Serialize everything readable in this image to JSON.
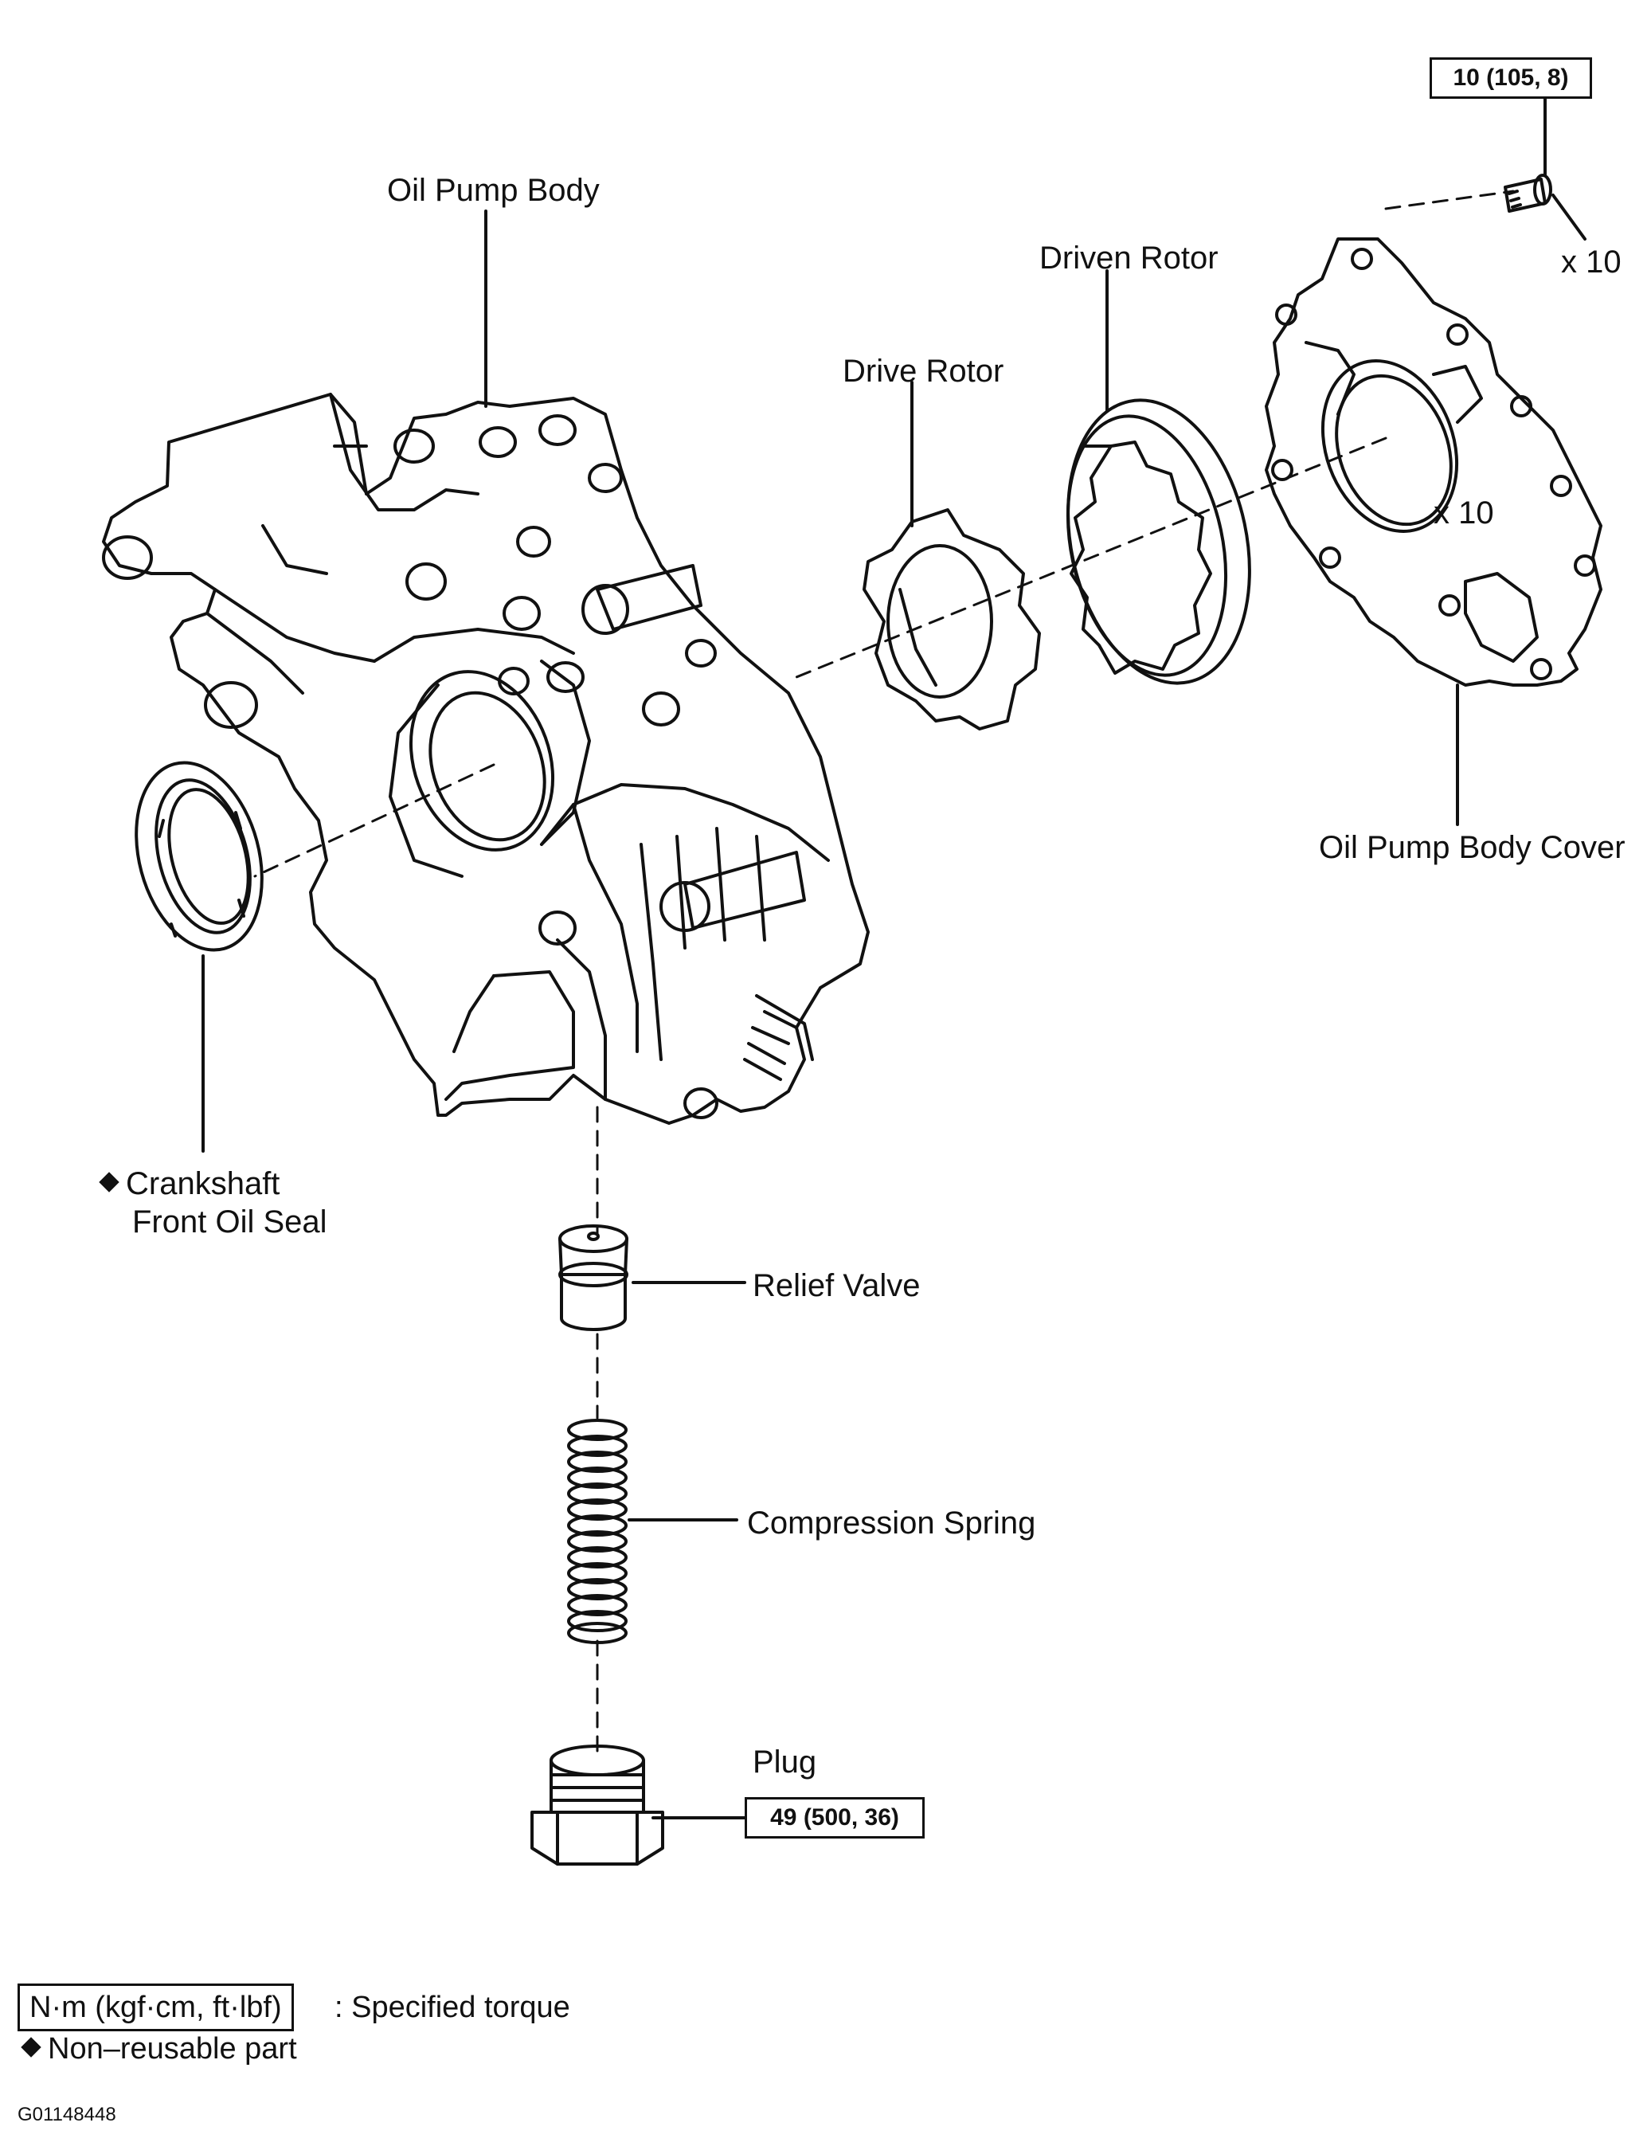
{
  "labels": {
    "oil_pump_body": "Oil Pump Body",
    "driven_rotor": "Driven Rotor",
    "drive_rotor": "Drive Rotor",
    "oil_pump_body_cover": "Oil Pump Body Cover",
    "crankshaft_seal_line1": "Crankshaft",
    "crankshaft_seal_line2": "Front Oil Seal",
    "relief_valve": "Relief Valve",
    "compression_spring": "Compression Spring",
    "plug": "Plug",
    "bolt_qty": "x 10",
    "cover_qty": "x 10"
  },
  "torque": {
    "bolts": "10 (105, 8)",
    "plug": "49 (500, 36)"
  },
  "legend": {
    "torque_units": "N·m (kgf·cm, ft·lbf)",
    "torque_desc": ": Specified torque",
    "nonreusable": "Non–reusable part"
  },
  "figure_id": "G01148448",
  "icons": [
    "nonreusable-diamond-icon"
  ]
}
